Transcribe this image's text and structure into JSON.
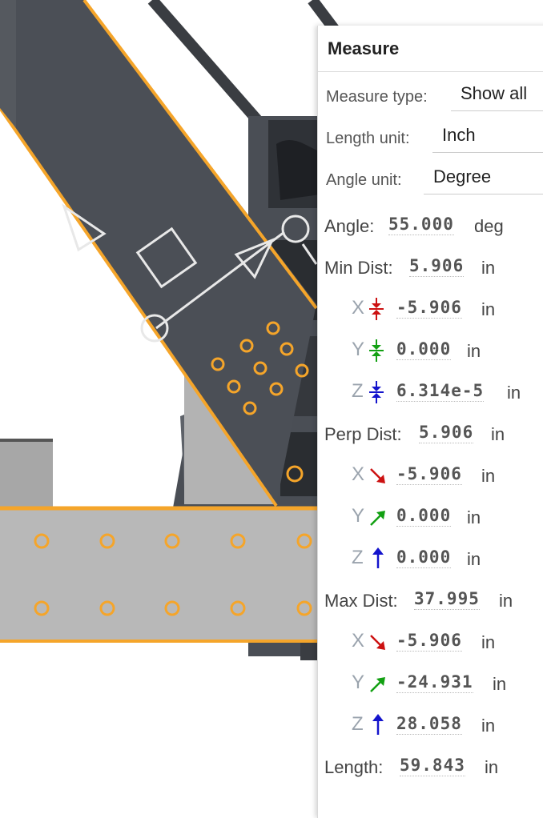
{
  "panel": {
    "title": "Measure",
    "measure_type": {
      "label": "Measure type:",
      "value": "Show all"
    },
    "length_unit": {
      "label": "Length unit:",
      "value": "Inch"
    },
    "angle_unit": {
      "label": "Angle unit:",
      "value": "Degree"
    }
  },
  "results": {
    "angle": {
      "label": "Angle:",
      "value": "55.000",
      "unit": "deg"
    },
    "min_dist": {
      "label": "Min Dist:",
      "value": "5.906",
      "unit": "in",
      "x": {
        "axis": "X",
        "value": "-5.906",
        "unit": "in"
      },
      "y": {
        "axis": "Y",
        "value": "0.000",
        "unit": "in"
      },
      "z": {
        "axis": "Z",
        "value": "6.314e-5",
        "unit": "in"
      }
    },
    "perp_dist": {
      "label": "Perp Dist:",
      "value": "5.906",
      "unit": "in",
      "x": {
        "axis": "X",
        "value": "-5.906",
        "unit": "in"
      },
      "y": {
        "axis": "Y",
        "value": "0.000",
        "unit": "in"
      },
      "z": {
        "axis": "Z",
        "value": "0.000",
        "unit": "in"
      }
    },
    "max_dist": {
      "label": "Max Dist:",
      "value": "37.995",
      "unit": "in",
      "x": {
        "axis": "X",
        "value": "-5.906",
        "unit": "in"
      },
      "y": {
        "axis": "Y",
        "value": "-24.931",
        "unit": "in"
      },
      "z": {
        "axis": "Z",
        "value": "28.058",
        "unit": "in"
      }
    },
    "length": {
      "label": "Length:",
      "value": "59.843",
      "unit": "in"
    }
  },
  "colors": {
    "highlight": "#f5a52a",
    "x_axis": "#cc1111",
    "y_axis": "#12a012",
    "z_axis": "#1414cc"
  }
}
